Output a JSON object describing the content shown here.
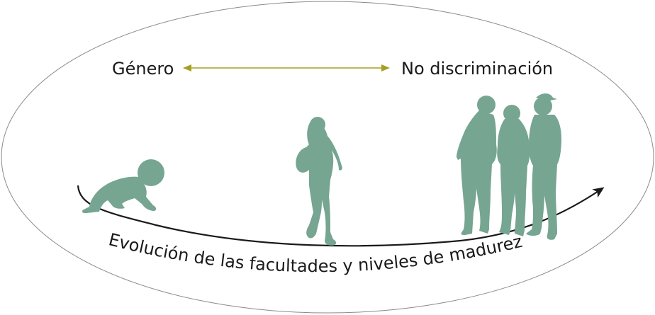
{
  "diagram": {
    "label_left": "Género",
    "label_right": "No discriminación",
    "curve_caption": "Evolución de las facultades y niveles de madurez",
    "colors": {
      "figure": "#76a592",
      "arrow_top": "#a6a022",
      "curve": "#1a1a1a",
      "ellipse": "#8a8a8a"
    },
    "figures": [
      {
        "name": "baby-crawling"
      },
      {
        "name": "child-walking"
      },
      {
        "name": "adolescent-group"
      }
    ]
  }
}
